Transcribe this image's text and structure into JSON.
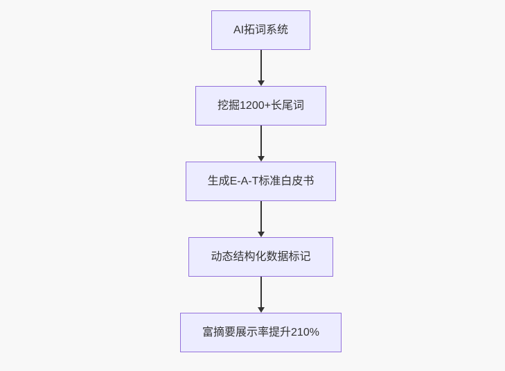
{
  "diagram": {
    "type": "flowchart",
    "direction": "top-down",
    "colors": {
      "canvas_bg": "#f8f8f8",
      "node_fill": "#ECECFF",
      "node_border": "#9370DB",
      "text_color": "#333333",
      "arrow_color": "#333333"
    },
    "nodes": [
      {
        "id": "step-1",
        "label": "AI拓词系统"
      },
      {
        "id": "step-2",
        "label": "挖掘1200+长尾词"
      },
      {
        "id": "step-3",
        "label": "生成E-A-T标准白皮书"
      },
      {
        "id": "step-4",
        "label": "动态结构化数据标记"
      },
      {
        "id": "step-5",
        "label": "富摘要展示率提升210%"
      }
    ],
    "edges": [
      {
        "from": "step-1",
        "to": "step-2"
      },
      {
        "from": "step-2",
        "to": "step-3"
      },
      {
        "from": "step-3",
        "to": "step-4"
      },
      {
        "from": "step-4",
        "to": "step-5"
      }
    ]
  }
}
